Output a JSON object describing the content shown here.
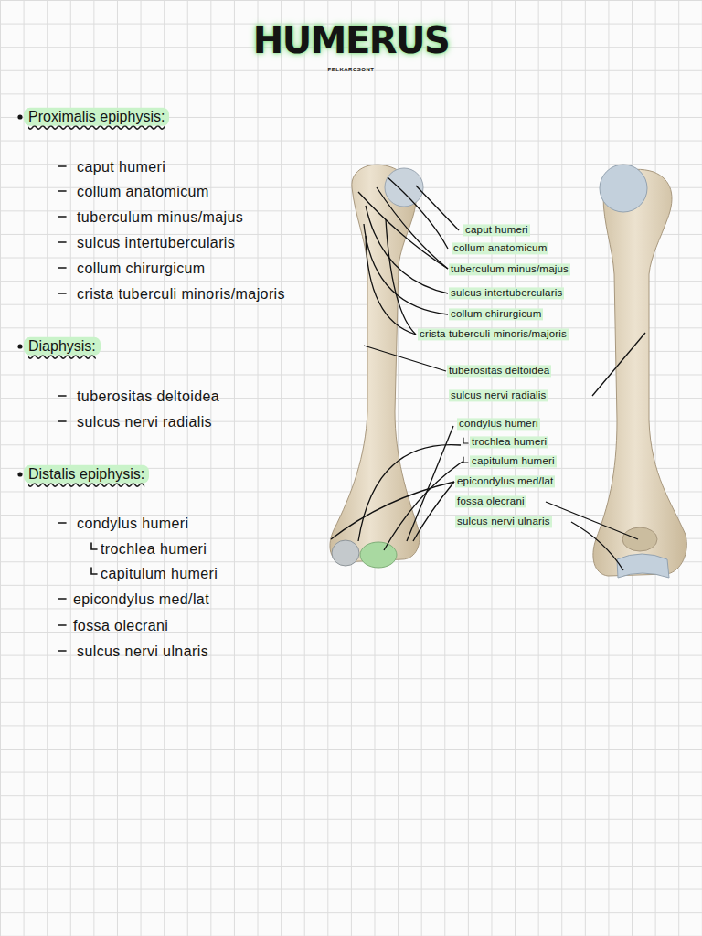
{
  "diagram": {
    "title": "HUMERUS",
    "labels": [
      "FELKARCSONT",
      "Proximalis epiphysis:",
      "caput humeri",
      "collum anatomicum",
      "tuberculum minus/majus",
      "sulcus intertubercularis",
      "collum chirurgicum",
      "crista tuberculi minoris/majoris",
      "Diaphysis:",
      "tuberositas deltoidea",
      "sulcus nervi radialis",
      "Distalis epiphysis:",
      "condylus humeri",
      "trochlea humeri",
      "capitulum humeri",
      "epicondylus med/lat",
      "fossa olecrani",
      "sulcus nervi ulnaris",
      "caput humeri",
      "collum anatomicum",
      "tuberculum minus/majus",
      "sulcus intertubercularis",
      "collum chirurgicum",
      "crista tuberculi minoris/majoris",
      "tuberositas deltoidea",
      "sulcus nervi radialis",
      "condylus humeri",
      "trochlea humeri",
      "capitulum humeri",
      "epicondylus med/lat",
      "fossa olecrani",
      "sulcus nervi ulnaris"
    ]
  }
}
